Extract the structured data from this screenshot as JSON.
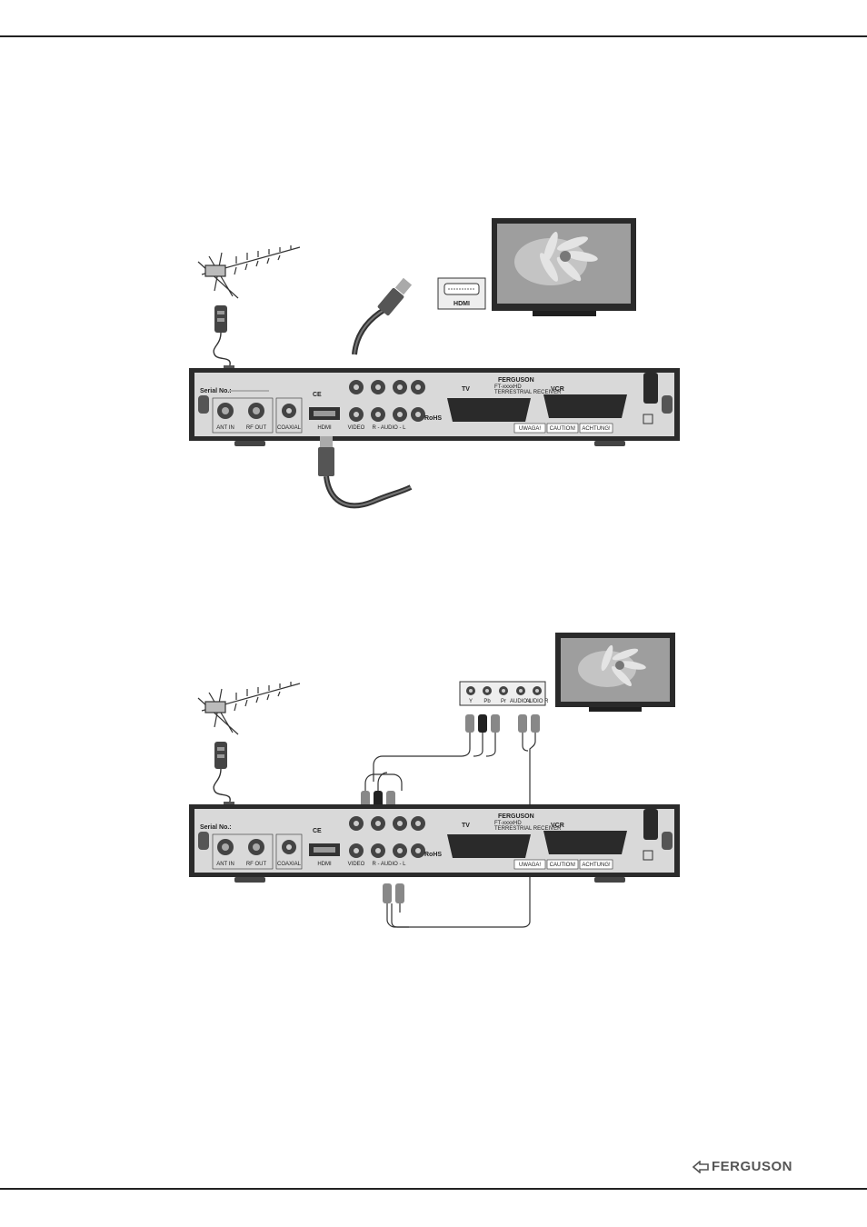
{
  "brand": {
    "name": "FERGUSON",
    "logo": "ferguson-arrow-logo"
  },
  "receiver": {
    "serial_label": "Serial No.:",
    "ant_in": "ANT IN",
    "rf_out": "RF OUT",
    "coaxial": "COAXIAL",
    "hdmi": "HDMI",
    "video": "VIDEO",
    "audio": "R - AUDIO - L",
    "tv": "TV",
    "vcr": "VCR",
    "brand": "FERGUSON",
    "model_line": "FT-xxxxHD",
    "type_line": "TERRESTRIAL RECEIVER",
    "rohs": "RoHS",
    "warn_pl": "UWAGA!",
    "warn_en": "CAUTION!",
    "warn_de": "ACHTUNG!"
  },
  "diagram1": {
    "tv_port_label": "HDMI"
  },
  "diagram2": {
    "tv_ports": [
      "Y",
      "Pb",
      "Pr",
      "AUDIO L",
      "AUDIO R"
    ]
  },
  "colors": {
    "ink": "#222222",
    "panel": "#d9d9d9",
    "box": "#2a2a2a"
  }
}
